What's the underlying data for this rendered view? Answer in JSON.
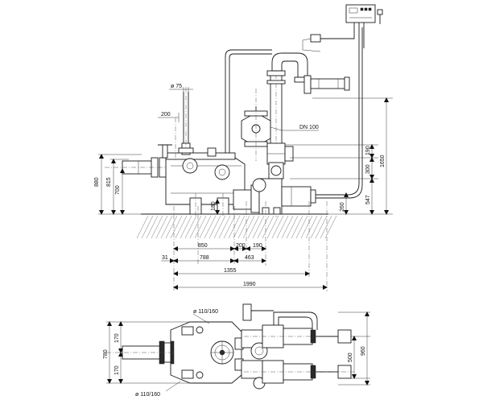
{
  "labels": {
    "dia_75": "ø 75",
    "dim_200_top": "200",
    "dn100": "DN 100",
    "dim_880": "880",
    "dim_815": "815",
    "dim_700": "700",
    "dim_180": "180",
    "dim_190_a": "190",
    "dim_300": "300",
    "dim_1650": "1650",
    "dim_547": "547",
    "dim_260": "260",
    "dim_850": "850",
    "dim_200_bottom": "200",
    "dim_190_b": "190",
    "dim_31": "31",
    "dim_788": "788",
    "dim_463": "463",
    "dim_1355": "1355",
    "dim_1990": "1990",
    "dia_110_160_top": "ø 110/160",
    "dia_110_160_bottom": "ø 110/160",
    "dim_170_top": "170",
    "dim_780": "780",
    "dim_170_bottom": "170",
    "dim_500": "500",
    "dim_960": "960"
  }
}
